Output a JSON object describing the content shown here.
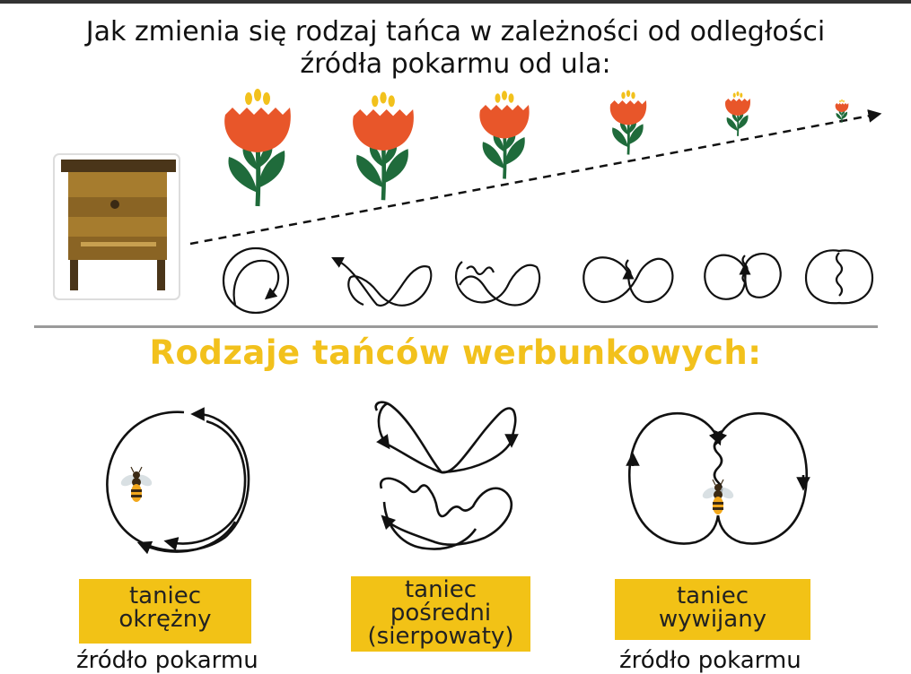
{
  "title": {
    "line1": "Jak zmienia się rodzaj tańca w zależności od odległości",
    "line2": "źródła pokarmu od ula:"
  },
  "subtitle": "Rodzaje tańców werbunkowych:",
  "dances": [
    {
      "line1": "taniec",
      "line2": "okrężny",
      "line3": ""
    },
    {
      "line1": "taniec",
      "line2": "pośredni",
      "line3": "(sierpowaty)"
    },
    {
      "line1": "taniec",
      "line2": "wywijany",
      "line3": ""
    }
  ],
  "bottom": {
    "left": "źródło pokarmu",
    "right": "źródło pokarmu"
  },
  "colors": {
    "petal": "#e8562a",
    "leaf": "#1f6b3b",
    "pollen": "#f2c11c",
    "hive_wood": "#a67c2e",
    "label_bg": "#f2c216"
  }
}
